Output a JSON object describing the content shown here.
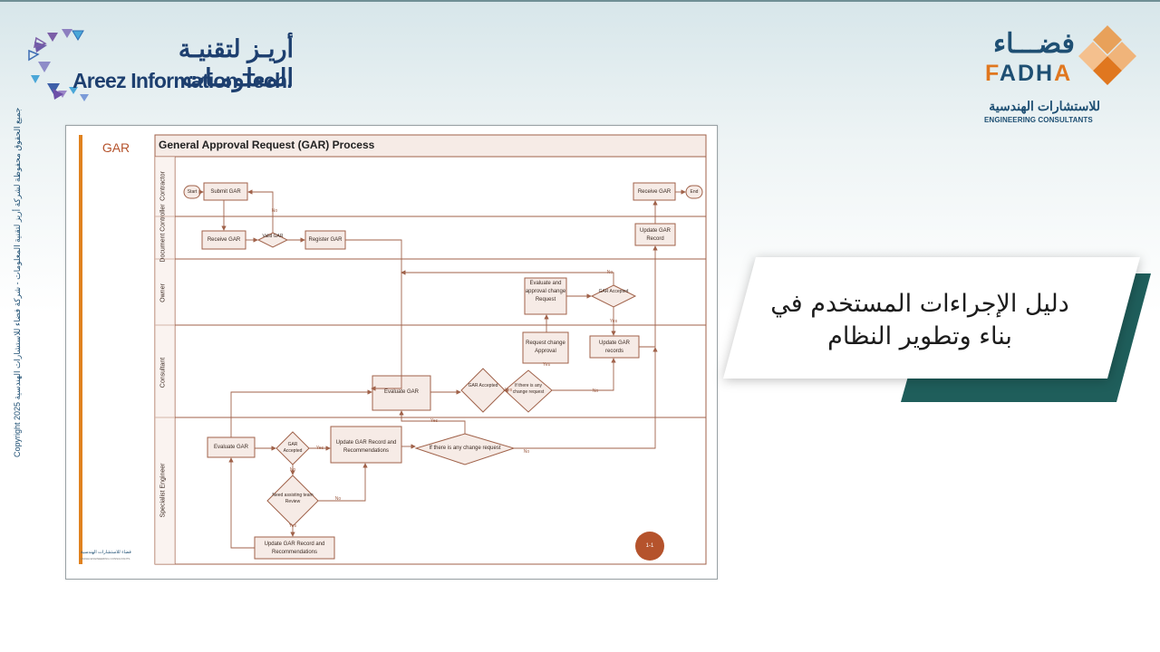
{
  "slide": {
    "title_ar": "دليل الإجراءات المستخدم في بناء وتطوير النظام",
    "copyright": "Copyright 2025 جميع الحقوق محفوظة لشركة أريز لتقنية المعلومات - شركة فضاء للاستشارات الهندسية"
  },
  "logos": {
    "areez": {
      "name_ar": "أريـز لتقنيـة المعلومـات",
      "name_en": "Areez Information Tech."
    },
    "fadha": {
      "name_ar": "فضـــاء",
      "name_en_f": "F",
      "name_en_mid": "ADH",
      "name_en_end": "A",
      "sub_ar": "للاستشارات الهندسية",
      "sub_en": "ENGINEERING CONSULTANTS"
    }
  },
  "colors": {
    "accent_dark": "#1f5e5b",
    "accent_orange": "#e0771f",
    "brand_blue": "#1d3f6f",
    "diagram_line": "#a0624a"
  },
  "diagram": {
    "side_label": "GAR",
    "title": "General Approval Request (GAR) Process",
    "lanes": [
      "Contractor",
      "Document Controller",
      "Owner",
      "Consultant",
      "Specialist Engineer"
    ],
    "nodes": {
      "start": "Start",
      "submit": "Submit GAR",
      "receive_dc": "Receive GAR",
      "valid": "Valid GAR",
      "register": "Register GAR",
      "receive_c": "Receive GAR",
      "end": "End",
      "update_record_dc": "Update GAR Record",
      "evaluate_owner": "Evaluate and approval change Request",
      "owner_accepted": "GAR Accepted",
      "request_change": "Request change Approval",
      "update_records": "Update GAR records",
      "evaluate_cons": "Evaluate GAR",
      "cons_accepted": "GAR Accepted",
      "cons_change": "If there is any change request",
      "evaluate_se": "Evaluate GAR",
      "se_accepted": "GAR Accepted",
      "se_update1": "Update GAR Record and Recommendations",
      "se_change": "If there is any change request",
      "need_team": "Need assisting team Review",
      "se_update2": "Update GAR Record and Recommendations"
    },
    "edge_labels": {
      "yes": "Yes",
      "no": "No"
    },
    "page_number": "1-1",
    "footer_logo": "فضاء للاستشارات الهندسية",
    "footer_logo_en": "FADHA ENGINEERING CONSULTANTS"
  }
}
